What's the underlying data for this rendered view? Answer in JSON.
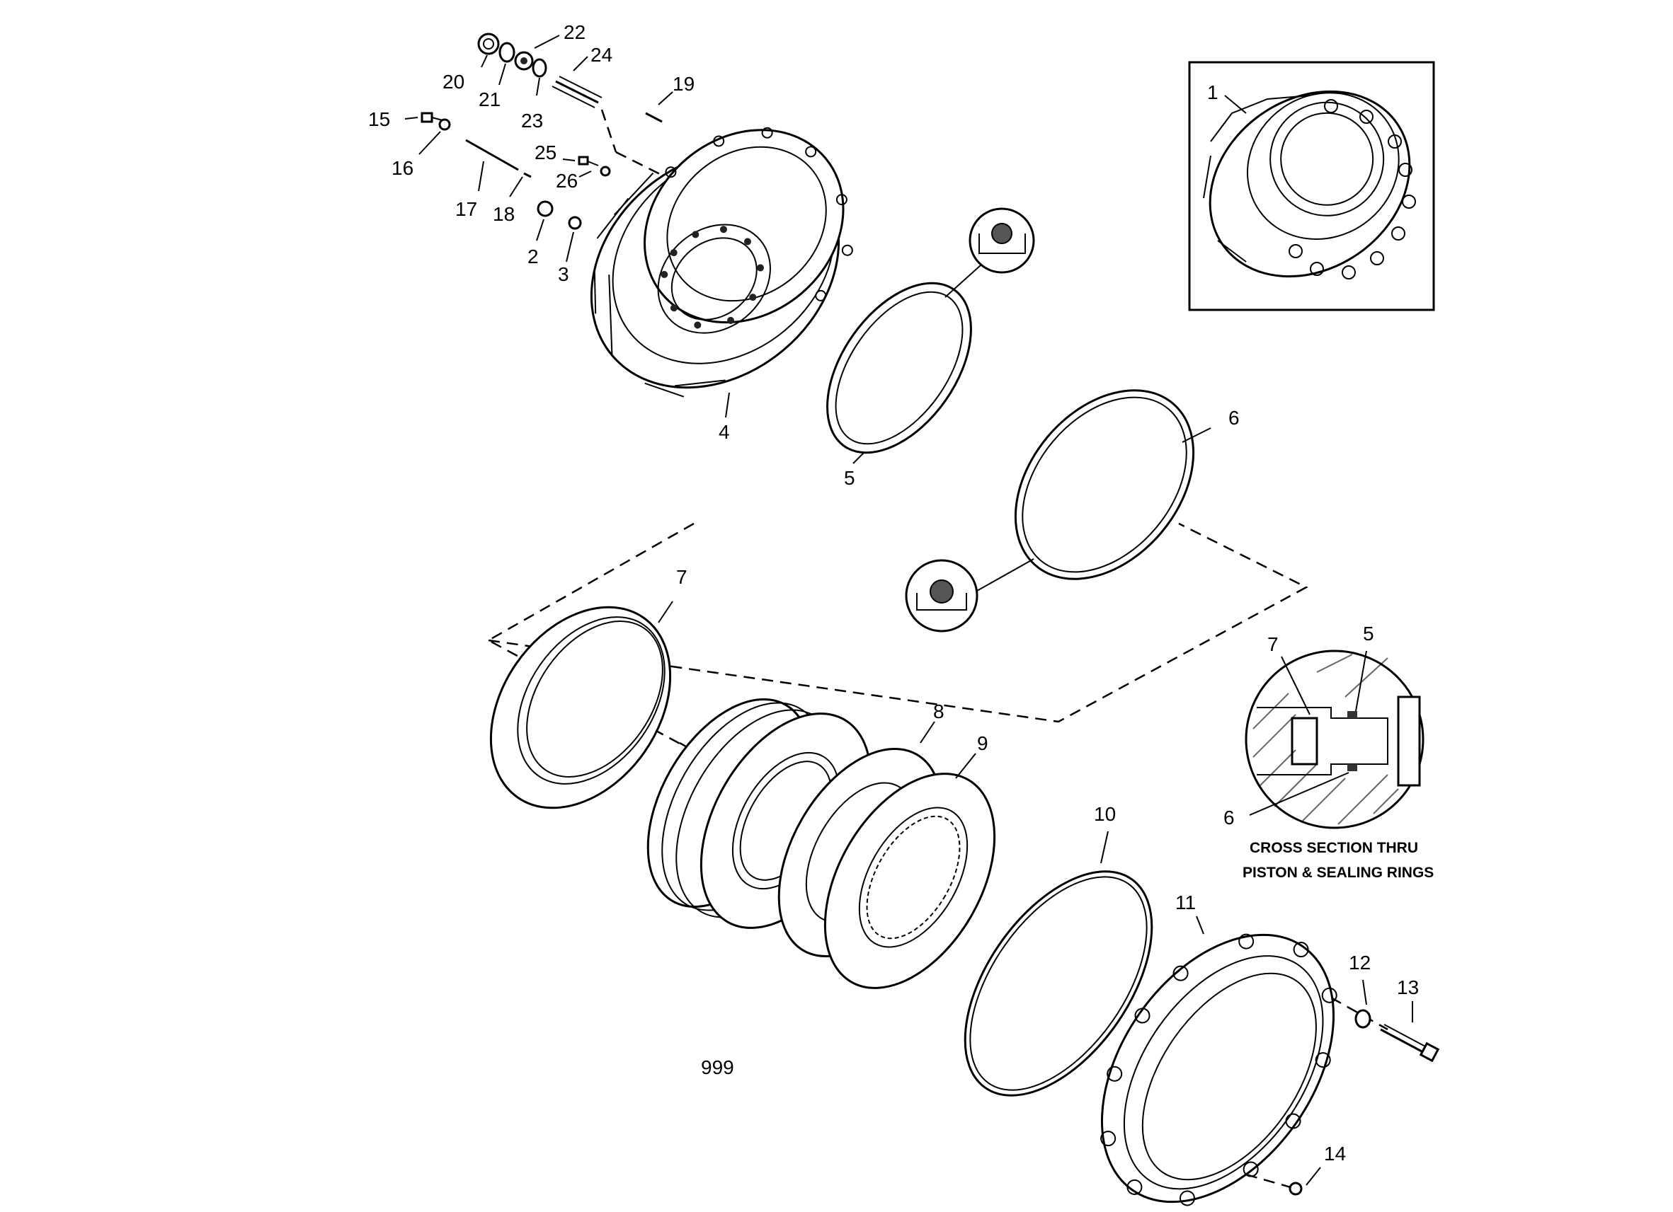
{
  "figure_number": "999",
  "callouts": {
    "c1": "1",
    "c2": "2",
    "c3": "3",
    "c4": "4",
    "c5": "5",
    "c6": "6",
    "c7": "7",
    "c8": "8",
    "c9": "9",
    "c10": "10",
    "c11": "11",
    "c12": "12",
    "c13": "13",
    "c14": "14",
    "c15": "15",
    "c16": "16",
    "c17": "17",
    "c18": "18",
    "c19": "19",
    "c20": "20",
    "c21": "21",
    "c22": "22",
    "c23": "23",
    "c24": "24",
    "c25": "25",
    "c26": "26"
  },
  "cross_section": {
    "label_line1": "CROSS SECTION THRU",
    "label_line2": "PISTON & SEALING RINGS",
    "c7": "7",
    "c5": "5",
    "c6": "6"
  }
}
